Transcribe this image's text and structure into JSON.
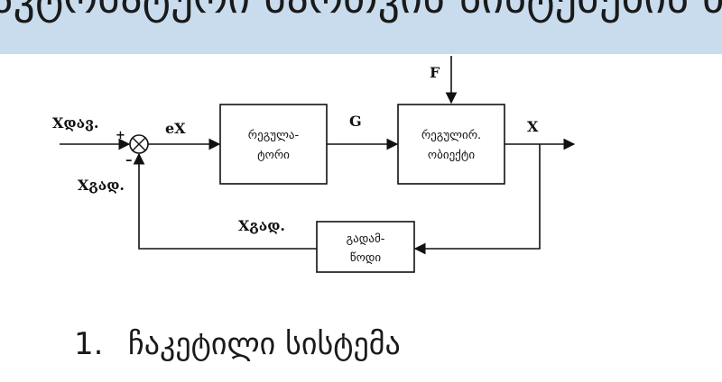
{
  "slide": {
    "title": "ავტომატური მართვის სისტემების ზოგადი სქემა",
    "list": [
      {
        "number": "1.",
        "text": "ჩაკეტილი სისტემა"
      }
    ]
  },
  "diagram": {
    "input_label": "Xდავ.",
    "plus_sign": "+",
    "minus_sign": "–",
    "error_label": "eX",
    "regulator": {
      "line1": "რეგულა-",
      "line2": "ტორი"
    },
    "control_label": "G",
    "disturbance_label": "F",
    "object": {
      "line1": "რეგულირ.",
      "line2": "ობიექტი"
    },
    "output_label": "X",
    "transducer": {
      "line1": "გადამ-",
      "line2": "წოდი"
    },
    "feedback_label_bottom": "Xგად.",
    "feedback_label_left": "Xგად."
  }
}
